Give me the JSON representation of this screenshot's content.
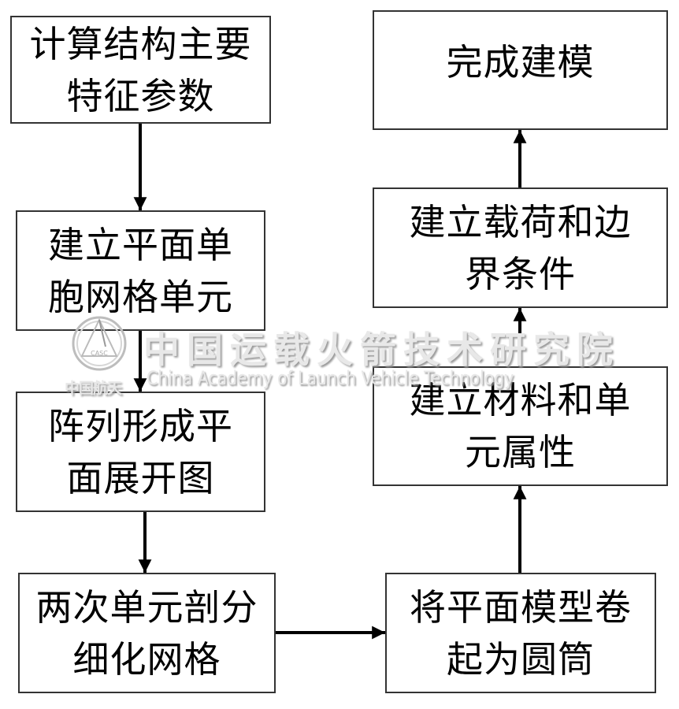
{
  "diagram": {
    "type": "flowchart",
    "nodes": [
      {
        "id": "n1",
        "lines": [
          "计算结构主要",
          "特征参数"
        ]
      },
      {
        "id": "n2",
        "lines": [
          "建立平面单",
          "胞网格单元"
        ]
      },
      {
        "id": "n3",
        "lines": [
          "阵列形成平",
          "面展开图"
        ]
      },
      {
        "id": "n4",
        "lines": [
          "两次单元剖分",
          "细化网格"
        ]
      },
      {
        "id": "n5",
        "lines": [
          "将平面模型卷",
          "起为圆筒"
        ]
      },
      {
        "id": "n6",
        "lines": [
          "建立材料和单",
          "元属性"
        ]
      },
      {
        "id": "n7",
        "lines": [
          "建立载荷和边",
          "界条件"
        ]
      },
      {
        "id": "n8",
        "lines": [
          "完成建模"
        ]
      }
    ],
    "edges": [
      {
        "from": "n1",
        "to": "n2"
      },
      {
        "from": "n2",
        "to": "n3"
      },
      {
        "from": "n3",
        "to": "n4"
      },
      {
        "from": "n4",
        "to": "n5"
      },
      {
        "from": "n5",
        "to": "n6"
      },
      {
        "from": "n6",
        "to": "n7"
      },
      {
        "from": "n7",
        "to": "n8"
      }
    ]
  },
  "watermark": {
    "title_cn": "中国运载火箭技术研究院",
    "title_en": "China Academy of Launch Vehicle Technology",
    "brand": "中国航天",
    "logo_text": "CASC"
  },
  "colors": {
    "stroke": "#333333",
    "text": "#000000",
    "watermark": "#e8e8e8"
  }
}
